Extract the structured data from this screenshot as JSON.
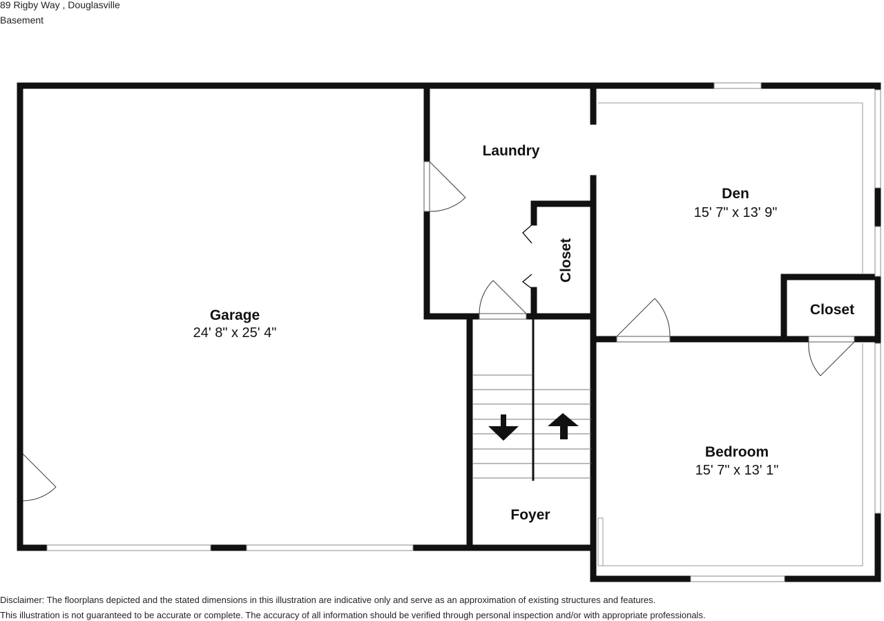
{
  "header": {
    "address": "89 Rigby Way , Douglasville",
    "floor": "Basement"
  },
  "rooms": {
    "garage": {
      "name": "Garage",
      "dimensions": "24' 8\" x 25' 4\""
    },
    "laundry": {
      "name": "Laundry"
    },
    "closet_hall": {
      "name": "Closet"
    },
    "den": {
      "name": "Den",
      "dimensions": "15' 7\" x 13' 9\""
    },
    "closet_den": {
      "name": "Closet"
    },
    "bedroom": {
      "name": "Bedroom",
      "dimensions": "15' 7\" x 13' 1\""
    },
    "foyer": {
      "name": "Foyer"
    }
  },
  "disclaimer": {
    "line1": "Disclaimer: The floorplans depicted and the stated dimensions in this illustration are indicative only and serve as an approximation of existing structures and features.",
    "line2": "This illustration is not guaranteed to be accurate or complete. The accuracy of all information should be verified through personal inspection and/or with appropriate professionals."
  },
  "colors": {
    "wall": "#111111",
    "window": "#9a9a9a",
    "background": "#ffffff"
  }
}
